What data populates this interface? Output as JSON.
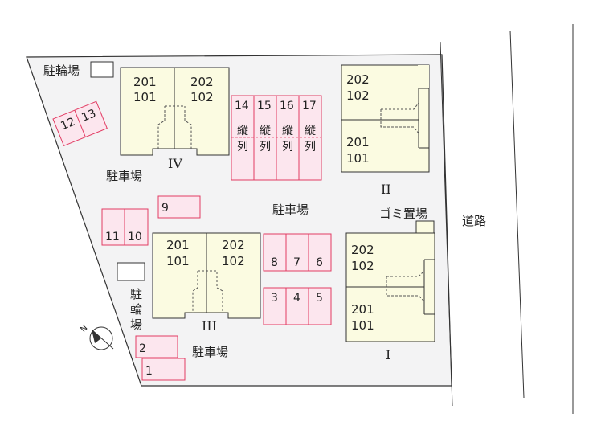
{
  "colors": {
    "lot": "#f3f3f4",
    "building": "#fbfbe1",
    "parking_fill": "#fce6ee",
    "parking_stroke": "#e23c63",
    "outline": "#333333"
  },
  "buildings": [
    {
      "id": "IV",
      "name": "IV",
      "upper_left": "201",
      "lower_left": "101",
      "upper_right": "202",
      "lower_right": "102"
    },
    {
      "id": "II",
      "name": "II",
      "upper": "202",
      "upper2": "102",
      "lower": "201",
      "lower2": "101"
    },
    {
      "id": "III",
      "name": "III",
      "upper_left": "201",
      "lower_left": "101",
      "upper_right": "202",
      "lower_right": "102"
    },
    {
      "id": "I",
      "name": "I",
      "upper": "202",
      "upper2": "102",
      "lower": "201",
      "lower2": "101"
    }
  ],
  "parking_spaces": [
    "1",
    "2",
    "3",
    "4",
    "5",
    "6",
    "7",
    "8",
    "9",
    "10",
    "11",
    "12",
    "13"
  ],
  "tandem_spaces": [
    {
      "number": "14",
      "label1": "縦",
      "label2": "列"
    },
    {
      "number": "15",
      "label1": "縦",
      "label2": "列"
    },
    {
      "number": "16",
      "label1": "縦",
      "label2": "列"
    },
    {
      "number": "17",
      "label1": "縦",
      "label2": "列"
    }
  ],
  "labels": {
    "bicycle_top": "駐輪場",
    "bicycle_left": [
      "駐",
      "輪",
      "場"
    ],
    "parking_main": "駐車場",
    "parking_left": "駐車場",
    "parking_bottom": "駐車場",
    "garbage": "ゴミ置場",
    "road": "道路",
    "north": "N"
  }
}
